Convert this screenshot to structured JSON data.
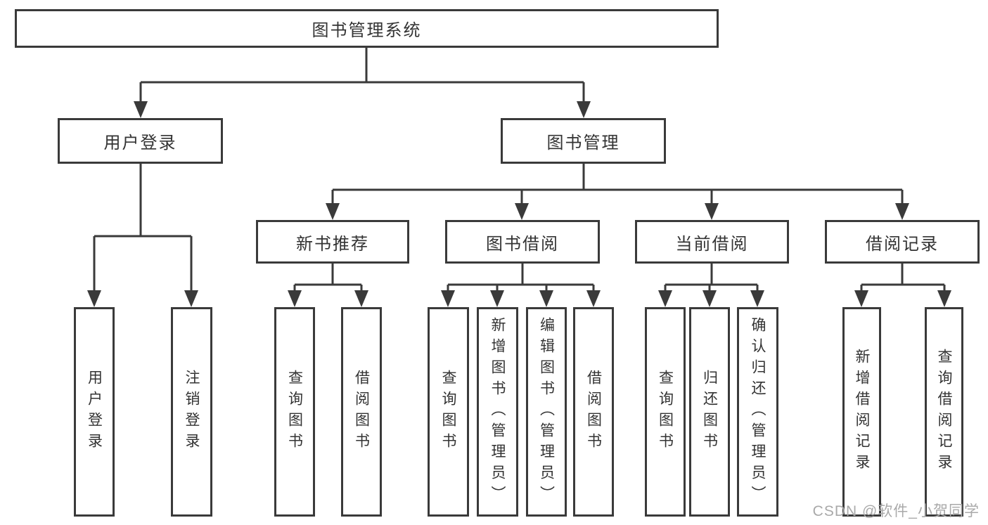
{
  "diagram": {
    "root": {
      "label": "图书管理系统"
    },
    "user_login": {
      "label": "用户登录",
      "children": [
        {
          "label": "用户登录"
        },
        {
          "label": "注销登录"
        }
      ]
    },
    "book_management": {
      "label": "图书管理",
      "new_books": {
        "label": "新书推荐",
        "children": [
          {
            "label": "查询图书"
          },
          {
            "label": "借阅图书"
          }
        ]
      },
      "book_borrowing": {
        "label": "图书借阅",
        "children": [
          {
            "label": "查询图书"
          },
          {
            "label": "新增图书（管理员）"
          },
          {
            "label": "编辑图书（管理员）"
          },
          {
            "label": "借阅图书"
          }
        ]
      },
      "current_borrowing": {
        "label": "当前借阅",
        "children": [
          {
            "label": "查询图书"
          },
          {
            "label": "归还图书"
          },
          {
            "label": "确认归还（管理员）"
          }
        ]
      },
      "borrowing_records": {
        "label": "借阅记录",
        "children": [
          {
            "label": "新增借阅记录"
          },
          {
            "label": "查询借阅记录"
          }
        ]
      }
    }
  },
  "watermark": {
    "text": "CSDN @软件_小贺同学"
  },
  "colors": {
    "line": "#3a3a3a",
    "box_border": "#3a3a3a",
    "box_background": "#ffffff",
    "text": "#333333",
    "watermark": "#a9a9a9",
    "background": "#ffffff"
  }
}
